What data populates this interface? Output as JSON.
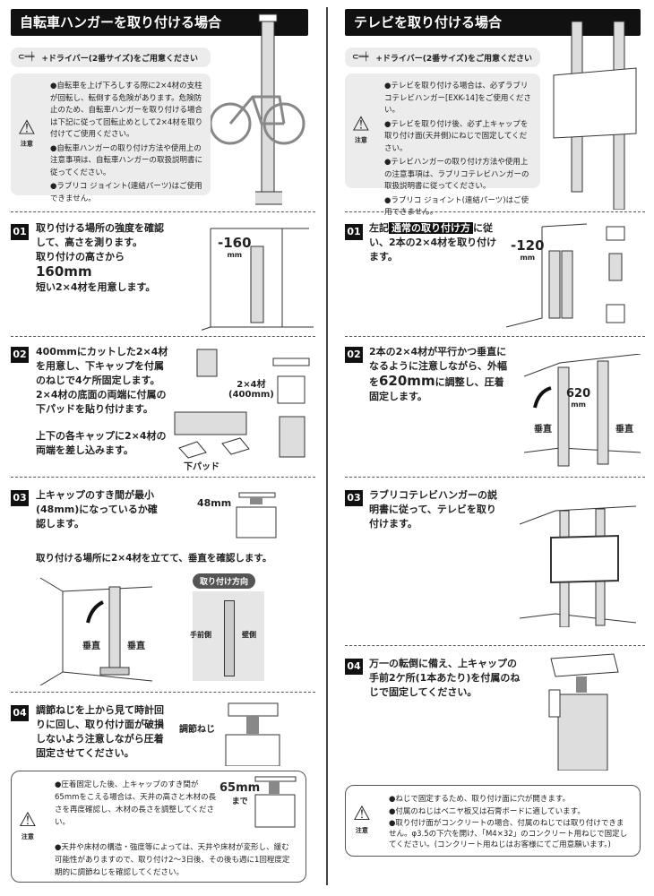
{
  "left": {
    "title": "自転車ハンガーを取り付ける場合",
    "driver": "+ドライバー(2番サイズ)をご用意ください",
    "caution_label": "注意",
    "caution": [
      "●自転車を上げ下ろしする際に2×4材の支柱が回転し、転倒する危険があります。危険防止のため、自転車ハンガーを取り付ける場合は下記に従って回転止めとして2×4材を取り付けてご使用ください。",
      "●自転車ハンガーの取り付け方法や使用上の注意事項は、自転車ハンガーの取扱説明書に従ってください。",
      "●ラブリコ ジョイント(連結パーツ)はご使用できません。"
    ],
    "step1": {
      "num": "01",
      "text1": "取り付ける場所の強度を確認して、高さを測ります。",
      "text2": "取り付けの高さから",
      "value": "160mm",
      "text3": "短い2×4材を用意します。",
      "dim": "-160",
      "unit": "mm"
    },
    "step2": {
      "num": "02",
      "text": "400mmにカットした2×4材を用意し、下キャップを付属のねじで4ケ所固定します。2×4材の底面の両端に付属の下パッドを貼り付けます。",
      "text2": "上下の各キャップに2×4材の両端を差し込みます。",
      "lumber": "2×4材",
      "lumber_len": "(400mm)",
      "pad": "下パッド"
    },
    "step3": {
      "num": "03",
      "text": "上キャップのすき間が最小(48mm)になっているか確認します。",
      "gap": "48mm",
      "text2": "取り付ける場所に2×4材を立てて、垂直を確認します。",
      "vertical": "垂直",
      "direction": "取り付け方向",
      "front": "手前側",
      "wall": "壁側"
    },
    "step4": {
      "num": "04",
      "text": "調節ねじを上から見て時計回りに回し、取り付け面が破損しないよう注意しながら圧着固定させてください。",
      "screw": "調節ねじ"
    },
    "note_label": "注意",
    "note": [
      "●圧着固定した後、上キャップのすき間が65mmをこえる場合は、天井の高さと木材の長さを再度確認し、木材の長さを調整してください。",
      "●天井や床材の構造・強度等によっては、天井や床材が変形し、緩む可能性がありますので、取り付け2〜3日後、その後も週に1回程度定期的に調節ねじを確認してください。"
    ],
    "max_gap": "65mm",
    "max_label": "まで"
  },
  "right": {
    "title": "テレビを取り付ける場合",
    "driver": "+ドライバー(2番サイズ)をご用意ください",
    "caution_label": "注意",
    "caution": [
      "●テレビを取り付ける場合は、必ずラブリコテレビハンガー[EXK-14]をご使用ください。",
      "●テレビを取り付け後、必ず上キャップを取り付け面(天井側)にねじで固定してください。",
      "●テレビハンガーの取り付け方法や使用上の注意事項は、ラブリコテレビハンガーの取扱説明書に従ってください。",
      "●ラブリコ ジョイント(連結パーツ)はご使用できません。"
    ],
    "step1": {
      "num": "01",
      "pre": "左記",
      "highlight": "通常の取り付け方",
      "text": "に従い、2本の2×4材を取り付けます。",
      "dim": "-120",
      "unit": "mm"
    },
    "step2": {
      "num": "02",
      "text1": "2本の2×4材が平行かつ垂直になるように注意しながら、外幅を",
      "value": "620mm",
      "text2": "に調整し、圧着固定します。",
      "width": "620",
      "unit": "mm",
      "vertical": "垂直"
    },
    "step3": {
      "num": "03",
      "text": "ラブリコテレビハンガーの説明書に従って、テレビを取り付けます。"
    },
    "step4": {
      "num": "04",
      "text": "万一の転倒に備え、上キャップの手前2ケ所(1本あたり)を付属のねじで固定してください。"
    },
    "note_label": "注意",
    "note": [
      "●ねじで固定するため、取り付け面に穴が開きます。",
      "●付属のねじはベニヤ板又は石膏ボードに適しています。",
      "●取り付け面がコンクリートの場合、付属のねじでは取り付けできません。φ3.5の下穴を開け、「M4×32」のコンクリート用ねじで固定してください。(コンクリート用ねじはお客様にてご用意願います。)"
    ]
  }
}
